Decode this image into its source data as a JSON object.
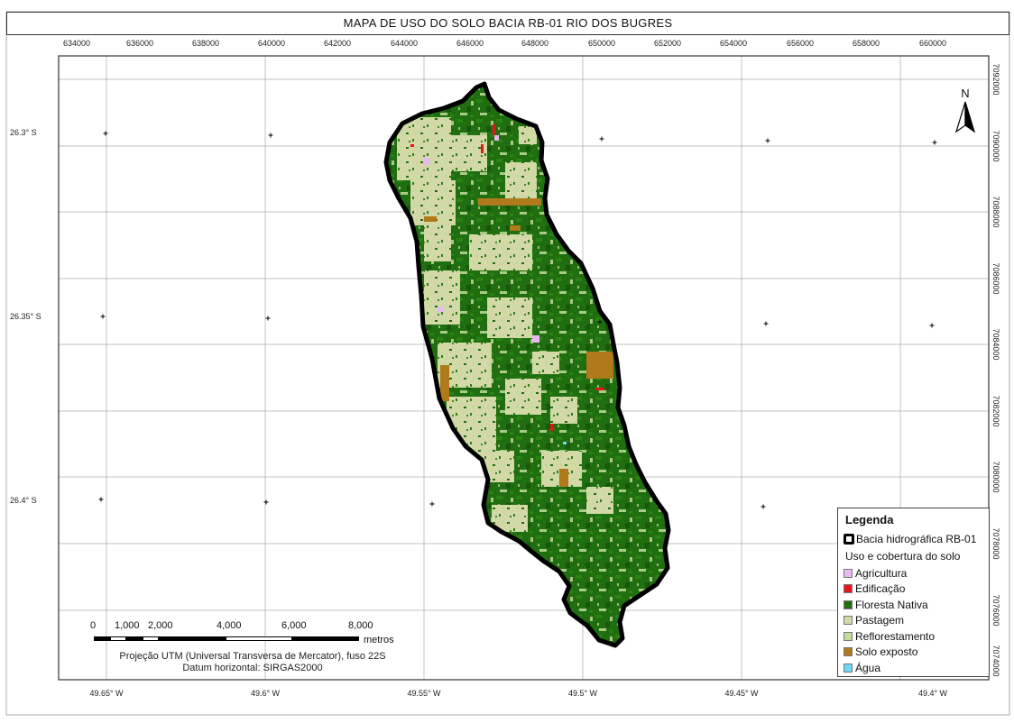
{
  "title": "MAPA DE USO DO SOLO BACIA RB-01 RIO DOS BUGRES",
  "top_ticks": [
    "634000",
    "636000",
    "638000",
    "640000",
    "642000",
    "644000",
    "646000",
    "648000",
    "650000",
    "652000",
    "654000",
    "656000",
    "658000",
    "660000"
  ],
  "bottom_ticks": [
    "49.65° W",
    "49.6° W",
    "49.55° W",
    "49.5° W",
    "49.45° W",
    "49.4° W"
  ],
  "left_ticks": [
    "26.3° S",
    "26.35° S",
    "26.4° S"
  ],
  "right_ticks": [
    "7092000",
    "7090000",
    "7088000",
    "7086000",
    "7084000",
    "7082000",
    "7080000",
    "7078000",
    "7076000",
    "7074000"
  ],
  "north_arrow": {
    "letter": "N",
    "icon": "north-arrow-icon"
  },
  "scalebar": {
    "labels": [
      "0",
      "1,000",
      "2,000",
      "4,000",
      "6,000",
      "8,000"
    ],
    "units": "metros",
    "projection": "Projeção UTM (Universal Transversa de Mercator), fuso 22S",
    "datum": "Datum horizontal: SIRGAS2000"
  },
  "legend": {
    "title": "Legenda",
    "boundary_label": "Bacia hidrográfica RB-01",
    "subtitle": "Uso e cobertura do solo",
    "classes": [
      {
        "label": "Agricultura",
        "color": "#e8b9f0"
      },
      {
        "label": "Edificação",
        "color": "#e8141c"
      },
      {
        "label": "Floresta Nativa",
        "color": "#1f6e0f"
      },
      {
        "label": "Pastagem",
        "color": "#d2d9a6"
      },
      {
        "label": "Reflorestamento",
        "color": "#c2dc9c"
      },
      {
        "label": "Solo exposto",
        "color": "#b07a1a"
      },
      {
        "label": "Água",
        "color": "#6fd8f2"
      }
    ]
  },
  "colors": {
    "forest": "#1f6e0f",
    "pasture": "#d2d9a6",
    "reforest": "#c2dc9c",
    "bare_soil": "#b07a1a",
    "agriculture": "#e8b9f0",
    "building": "#e8141c",
    "water": "#6fd8f2",
    "grid": "#aaaaaa",
    "frame": "#333333"
  }
}
